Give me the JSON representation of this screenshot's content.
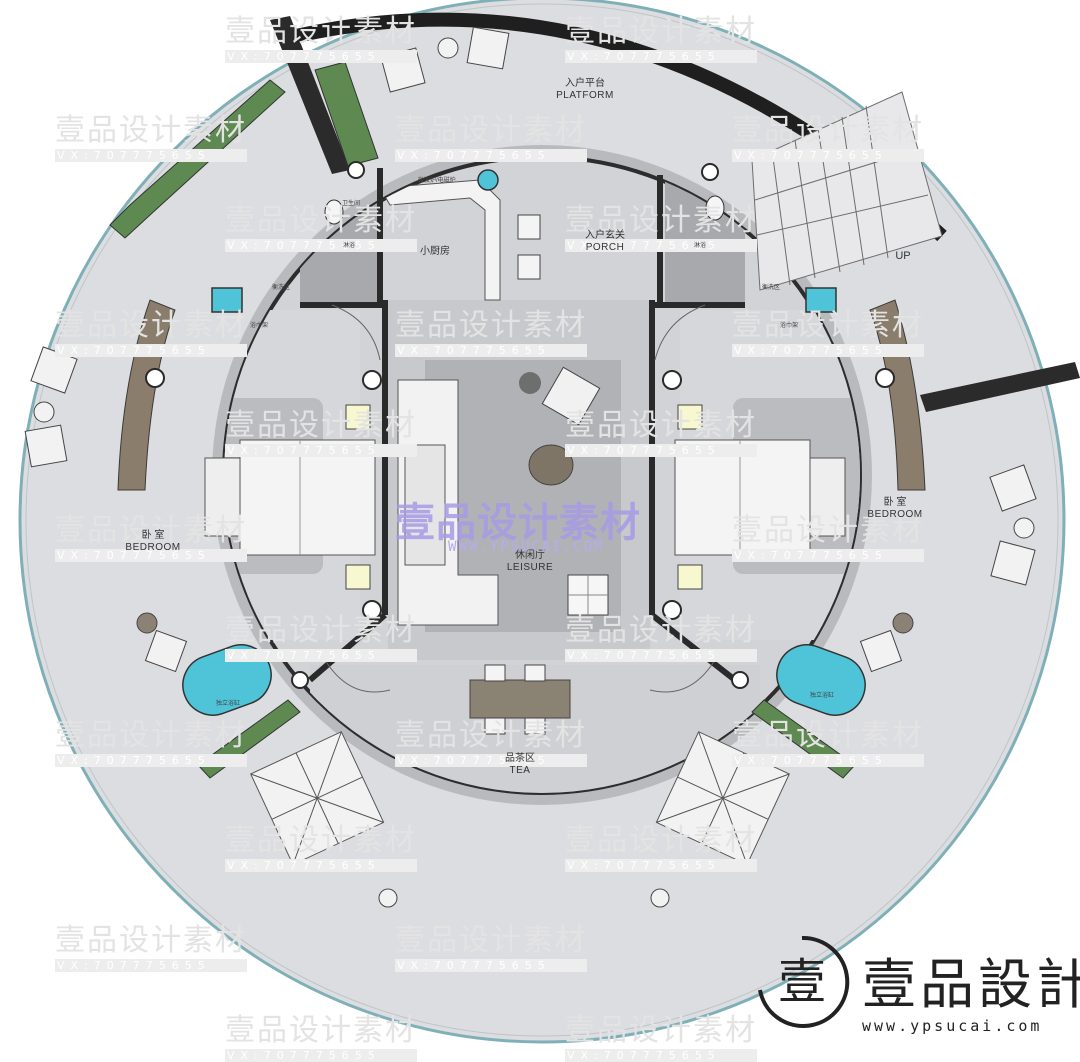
{
  "rooms": {
    "platform": {
      "cn": "入户平台",
      "en": "PLATFORM"
    },
    "porch": {
      "cn": "入户玄关",
      "en": "PORCH"
    },
    "kitchen": {
      "cn": "小厨房"
    },
    "leisure": {
      "cn": "休闲厅",
      "en": "LEISURE"
    },
    "tea": {
      "cn": "品茶区",
      "en": "TEA"
    },
    "bedroom_left": {
      "cn": "卧 室",
      "en": "BEDROOM"
    },
    "bedroom_right": {
      "cn": "卧 室",
      "en": "BEDROOM"
    }
  },
  "labels": {
    "stairs_up": "UP",
    "small_left_1": "卫生间",
    "small_left_2": "淋浴",
    "small_left_3": "衡洗区",
    "small_left_4": "浴巾架",
    "small_left_5": "独立浴缸",
    "small_right_1": "淋浴",
    "small_right_2": "衡洗区",
    "small_right_3": "浴巾架",
    "small_right_4": "独立浴缸",
    "small_kitchen": "微波炉/电磁炉"
  },
  "watermark": {
    "cn": "壹品设计素材",
    "vx": "VX:707775655",
    "center": "壹品设计素材",
    "center_url": "WWW.YPSUCAI.COM"
  },
  "logo": {
    "glyph": "壹",
    "brand": "壹品設計",
    "url": "www.ypsucai.com"
  },
  "colors": {
    "outer_deck": "#dedfe2",
    "inner_floor": "#cfd0d4",
    "wall": "#2a2a2a",
    "water": "#4fc4d9",
    "wood": "#8a7d6b",
    "accent_watermark": "#a79be6"
  }
}
